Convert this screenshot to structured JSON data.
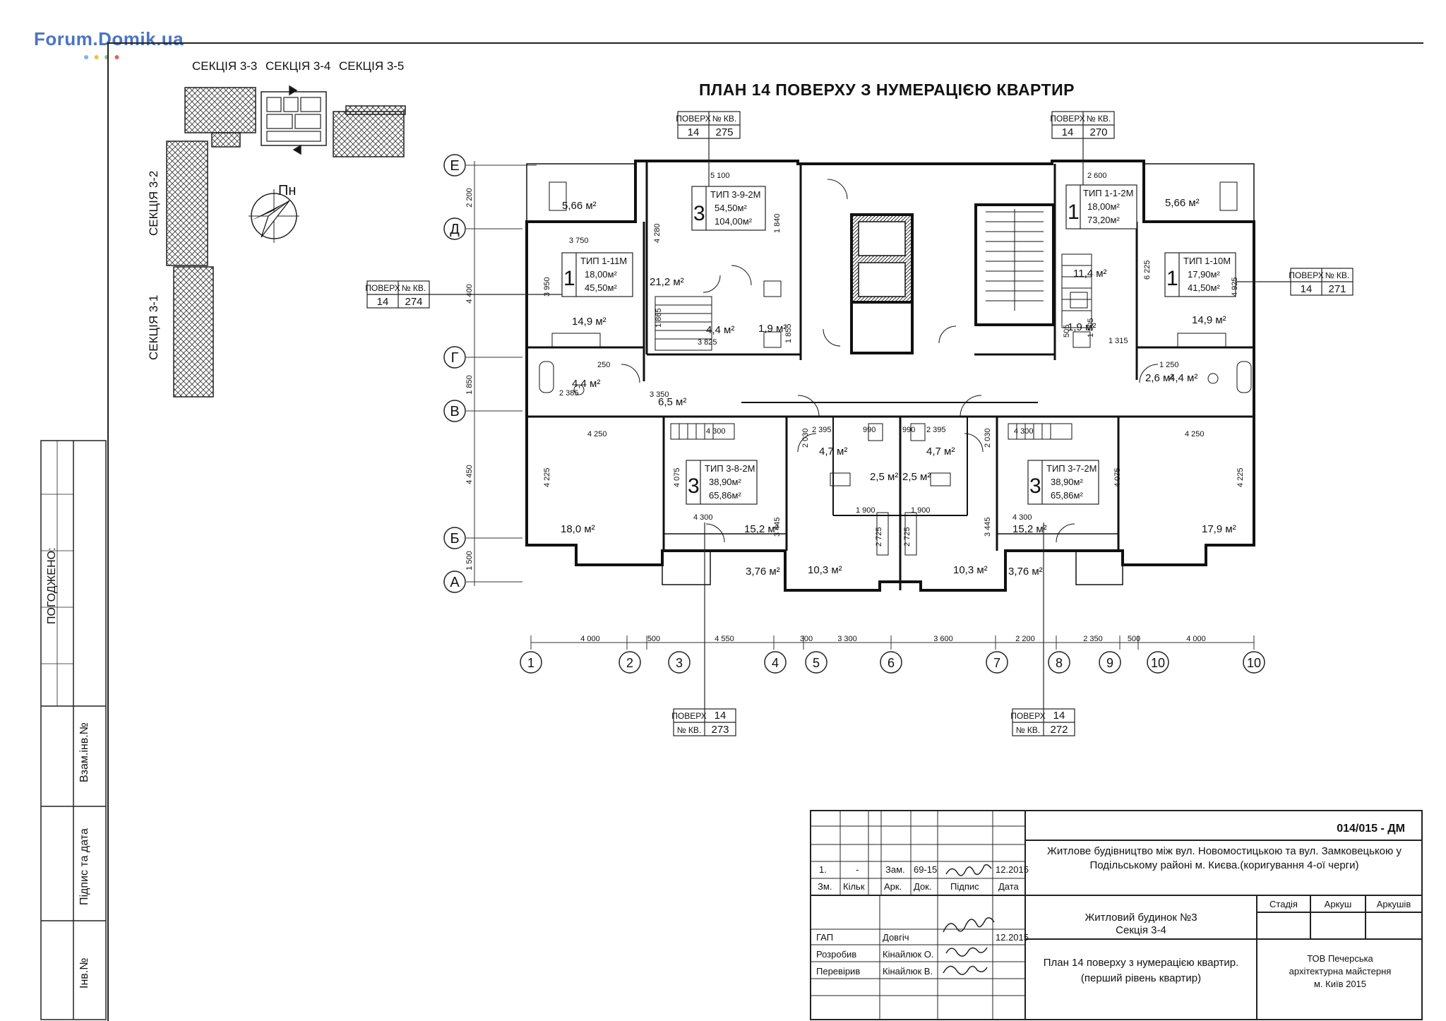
{
  "watermark": "Forum.Domik.ua",
  "title": "ПЛАН  14 ПОВЕРХУ З НУМЕРАЦІЄЮ КВАРТИР",
  "key_plan": {
    "sections_top": [
      "СЕКЦІЯ 3-3",
      "СЕКЦІЯ 3-4",
      "СЕКЦІЯ 3-5"
    ],
    "section_left_top": "СЕКЦІЯ 3-2",
    "section_left_bottom": "СЕКЦІЯ 3-1",
    "north": "Пн"
  },
  "tag_labels": {
    "floor": "ПОВЕРХ",
    "apt": "№ КВ."
  },
  "tags": [
    {
      "floor": "14",
      "apt": "275"
    },
    {
      "floor": "14",
      "apt": "270"
    },
    {
      "floor": "14",
      "apt": "274"
    },
    {
      "floor": "14",
      "apt": "271"
    },
    {
      "floor": "14",
      "apt": "273"
    },
    {
      "floor": "14",
      "apt": "272"
    }
  ],
  "apartments": [
    {
      "rooms": "3",
      "type": "ТИП 3-9-2М",
      "living": "54,50м²",
      "total": "104,00м²"
    },
    {
      "rooms": "1",
      "type": "ТИП 1-1-2М",
      "living": "18,00м²",
      "total": "73,20м²"
    },
    {
      "rooms": "1",
      "type": "ТИП 1-11М",
      "living": "18,00м²",
      "total": "45,50м²"
    },
    {
      "rooms": "1",
      "type": "ТИП 1-10М",
      "living": "17,90м²",
      "total": "41,50м²"
    },
    {
      "rooms": "3",
      "type": "ТИП 3-8-2М",
      "living": "38,90м²",
      "total": "65,86м²"
    },
    {
      "rooms": "3",
      "type": "ТИП 3-7-2М",
      "living": "38,90м²",
      "total": "65,86м²"
    }
  ],
  "room_areas": [
    "5,66 м²",
    "5,66 м²",
    "21,2 м²",
    "11,4 м²",
    "14,9 м²",
    "14,9 м²",
    "4,4 м²",
    "1,9 м²",
    "1,9 м²",
    "4,4 м²",
    "4,4 м²",
    "2,6 м²",
    "6,5 м²",
    "4,7 м²",
    "4,7 м²",
    "2,5 м²",
    "2,5 м²",
    "18,0 м²",
    "15,2 м²",
    "15,2 м²",
    "17,9 м²",
    "10,3 м²",
    "10,3 м²",
    "3,76 м²",
    "3,76 м²"
  ],
  "dimensions": {
    "vertical_left": [
      "2 200",
      "4 400",
      "1 850",
      "4 450",
      "1 500"
    ],
    "interior": [
      "5 100",
      "2 600",
      "3 750",
      "3 950",
      "4 280",
      "1 840",
      "1 865",
      "3 825",
      "1 855",
      "3 350",
      "2 385",
      "250",
      "1 250",
      "4 250",
      "4 225",
      "4 075",
      "4 300",
      "2 030",
      "3 445",
      "990",
      "1 900",
      "2 395",
      "2 725",
      "6 225",
      "4 925",
      "1 315",
      "505",
      "1 505"
    ],
    "horizontal_bottom": [
      "4 000",
      "500",
      "4 550",
      "300",
      "3 300",
      "3 600",
      "2 200",
      "2 350",
      "500",
      "4 000"
    ]
  },
  "axes": {
    "rows": [
      "Е",
      "Д",
      "Г",
      "В",
      "Б",
      "А"
    ],
    "columns": [
      "1",
      "2",
      "3",
      "4",
      "5",
      "6",
      "7",
      "8",
      "9",
      "10",
      "10"
    ]
  },
  "side_block": {
    "agreed": "ПОГОДЖЕНО:",
    "replace": "Взам.інв.№",
    "sign_date": "Підпис та дата",
    "inv": "Інв.№"
  },
  "title_block": {
    "code": "014/015 - ДМ",
    "project": "Житлове будівництво між вул. Новомостицькою та вул. Замковецькою у Подільському районі м. Києва.(коригування 4-ої черги)",
    "change_row": {
      "zm": "1.",
      "kilk": "-",
      "ark": "Зам.",
      "dok": "69-15",
      "date": "12.2015"
    },
    "header": [
      "Зм.",
      "Кільк",
      "Арк.",
      "Док.",
      "Підпис",
      "Дата"
    ],
    "building": "Житловий будинок №3",
    "section": "Секція 3-4",
    "stage_headers": [
      "Стадія",
      "Аркуш",
      "Аркушів"
    ],
    "people": [
      {
        "role": "ГАП",
        "name": "Довгіч",
        "date": "12.2015"
      },
      {
        "role": "Розробив",
        "name": "Кінайлюк О.",
        "date": ""
      },
      {
        "role": "Перевірив",
        "name": "Кінайлюк В.",
        "date": ""
      }
    ],
    "sheet_title": "План 14 поверху з нумерацією квартир.",
    "sheet_subtitle": "(перший рівень квартир)",
    "company": [
      "ТОВ Печерська",
      "архітектурна майстерня",
      "м. Київ 2015"
    ]
  }
}
